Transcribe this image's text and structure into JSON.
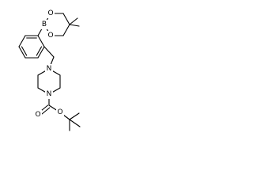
{
  "molecule": {
    "atoms": {
      "B": "B",
      "O_upper": "O",
      "O_lower": "O",
      "N_upper": "N",
      "N_lower": "N",
      "O_carbonyl": "O",
      "O_ester": "O"
    },
    "colors": {
      "bond": "#000000",
      "label": "#000000",
      "background": "#ffffff"
    }
  }
}
